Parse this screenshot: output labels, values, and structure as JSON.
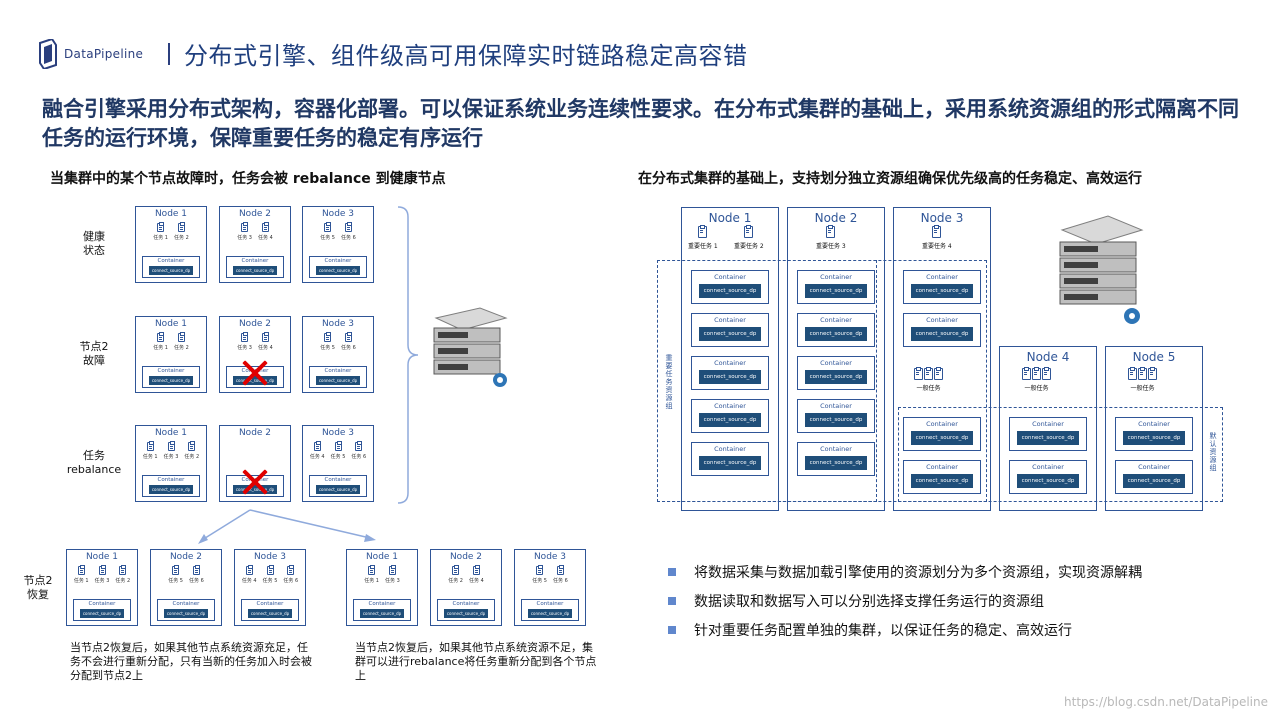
{
  "logo": {
    "text": "DataPipeline"
  },
  "title": "分布式引擎、组件级高可用保障实时链路稳定高容错",
  "headline": "融合引擎采用分布式架构，容器化部署。可以保证系统业务连续性要求。在分布式集群的基础上，采用系统资源组的形式隔离不同任务的运行环境，保障重要任务的稳定有序运行",
  "left": {
    "subtitle": "当集群中的某个节点故障时，任务会被 rebalance 到健康节点",
    "row_labels": [
      "健康\n状态",
      "节点2\n故障",
      "任务\nrebalance",
      "节点2\n恢复"
    ],
    "node_labels": [
      "Node 1",
      "Node 2",
      "Node 3"
    ],
    "container_label": "Container",
    "dp_label": "connect_source_dp",
    "rows": [
      [
        [
          "任务 1",
          "任务 2"
        ],
        [
          "任务 3",
          "任务 4"
        ],
        [
          "任务 5",
          "任务 6"
        ]
      ],
      [
        [
          "任务 1",
          "任务 2"
        ],
        [
          "任务 3",
          "任务 4"
        ],
        [
          "任务 5",
          "任务 6"
        ]
      ],
      [
        [
          "任务 1",
          "任务 3",
          "任务 2"
        ],
        [],
        [
          "任务 4",
          "任务 5",
          "任务 6"
        ]
      ]
    ],
    "recover_a": [
      [
        "任务 1",
        "任务 3",
        "任务 2"
      ],
      [
        "任务 5",
        "任务 6"
      ],
      [
        "任务 4",
        "任务 5",
        "任务 6"
      ]
    ],
    "recover_b": [
      [
        "任务 1",
        "任务 3"
      ],
      [
        "任务 2",
        "任务 4"
      ],
      [
        "任务 5",
        "任务 6"
      ]
    ],
    "caption_a": "当节点2恢复后，如果其他节点系统资源充足，任务不会进行重新分配，只有当新的任务加入时会被分配到节点2上",
    "caption_b": "当节点2恢复后，如果其他节点系统资源不足，集群可以进行rebalance将任务重新分配到各个节点上"
  },
  "right": {
    "subtitle": "在分布式集群的基础上，支持划分独立资源组确保优先级高的任务稳定、高效运行",
    "nodes_top": [
      "Node 1",
      "Node 2",
      "Node 3"
    ],
    "nodes_bottom": [
      "Node 4",
      "Node 5"
    ],
    "important_tasks": [
      "重要任务 1",
      "重要任务 2",
      "重要任务 3",
      "重要任务 4"
    ],
    "normal_task": "一般任务",
    "group_important": "重要任务资源组",
    "group_default": "默认资源组",
    "container_label": "Container",
    "dp_label": "connect_source_dp"
  },
  "bullets": [
    "将数据采集与数据加载引擎使用的资源划分为多个资源组，实现资源解耦",
    "数据读取和数据写入可以分别选择支撑任务运行的资源组",
    "针对重要任务配置单独的集群，以保证任务的稳定、高效运行"
  ],
  "watermark": "https://blog.csdn.net/DataPipeline",
  "colors": {
    "title": "#1f3f7e",
    "node_border": "#2f5597",
    "dp_fill": "#1f4e79",
    "error": "#e00000"
  }
}
